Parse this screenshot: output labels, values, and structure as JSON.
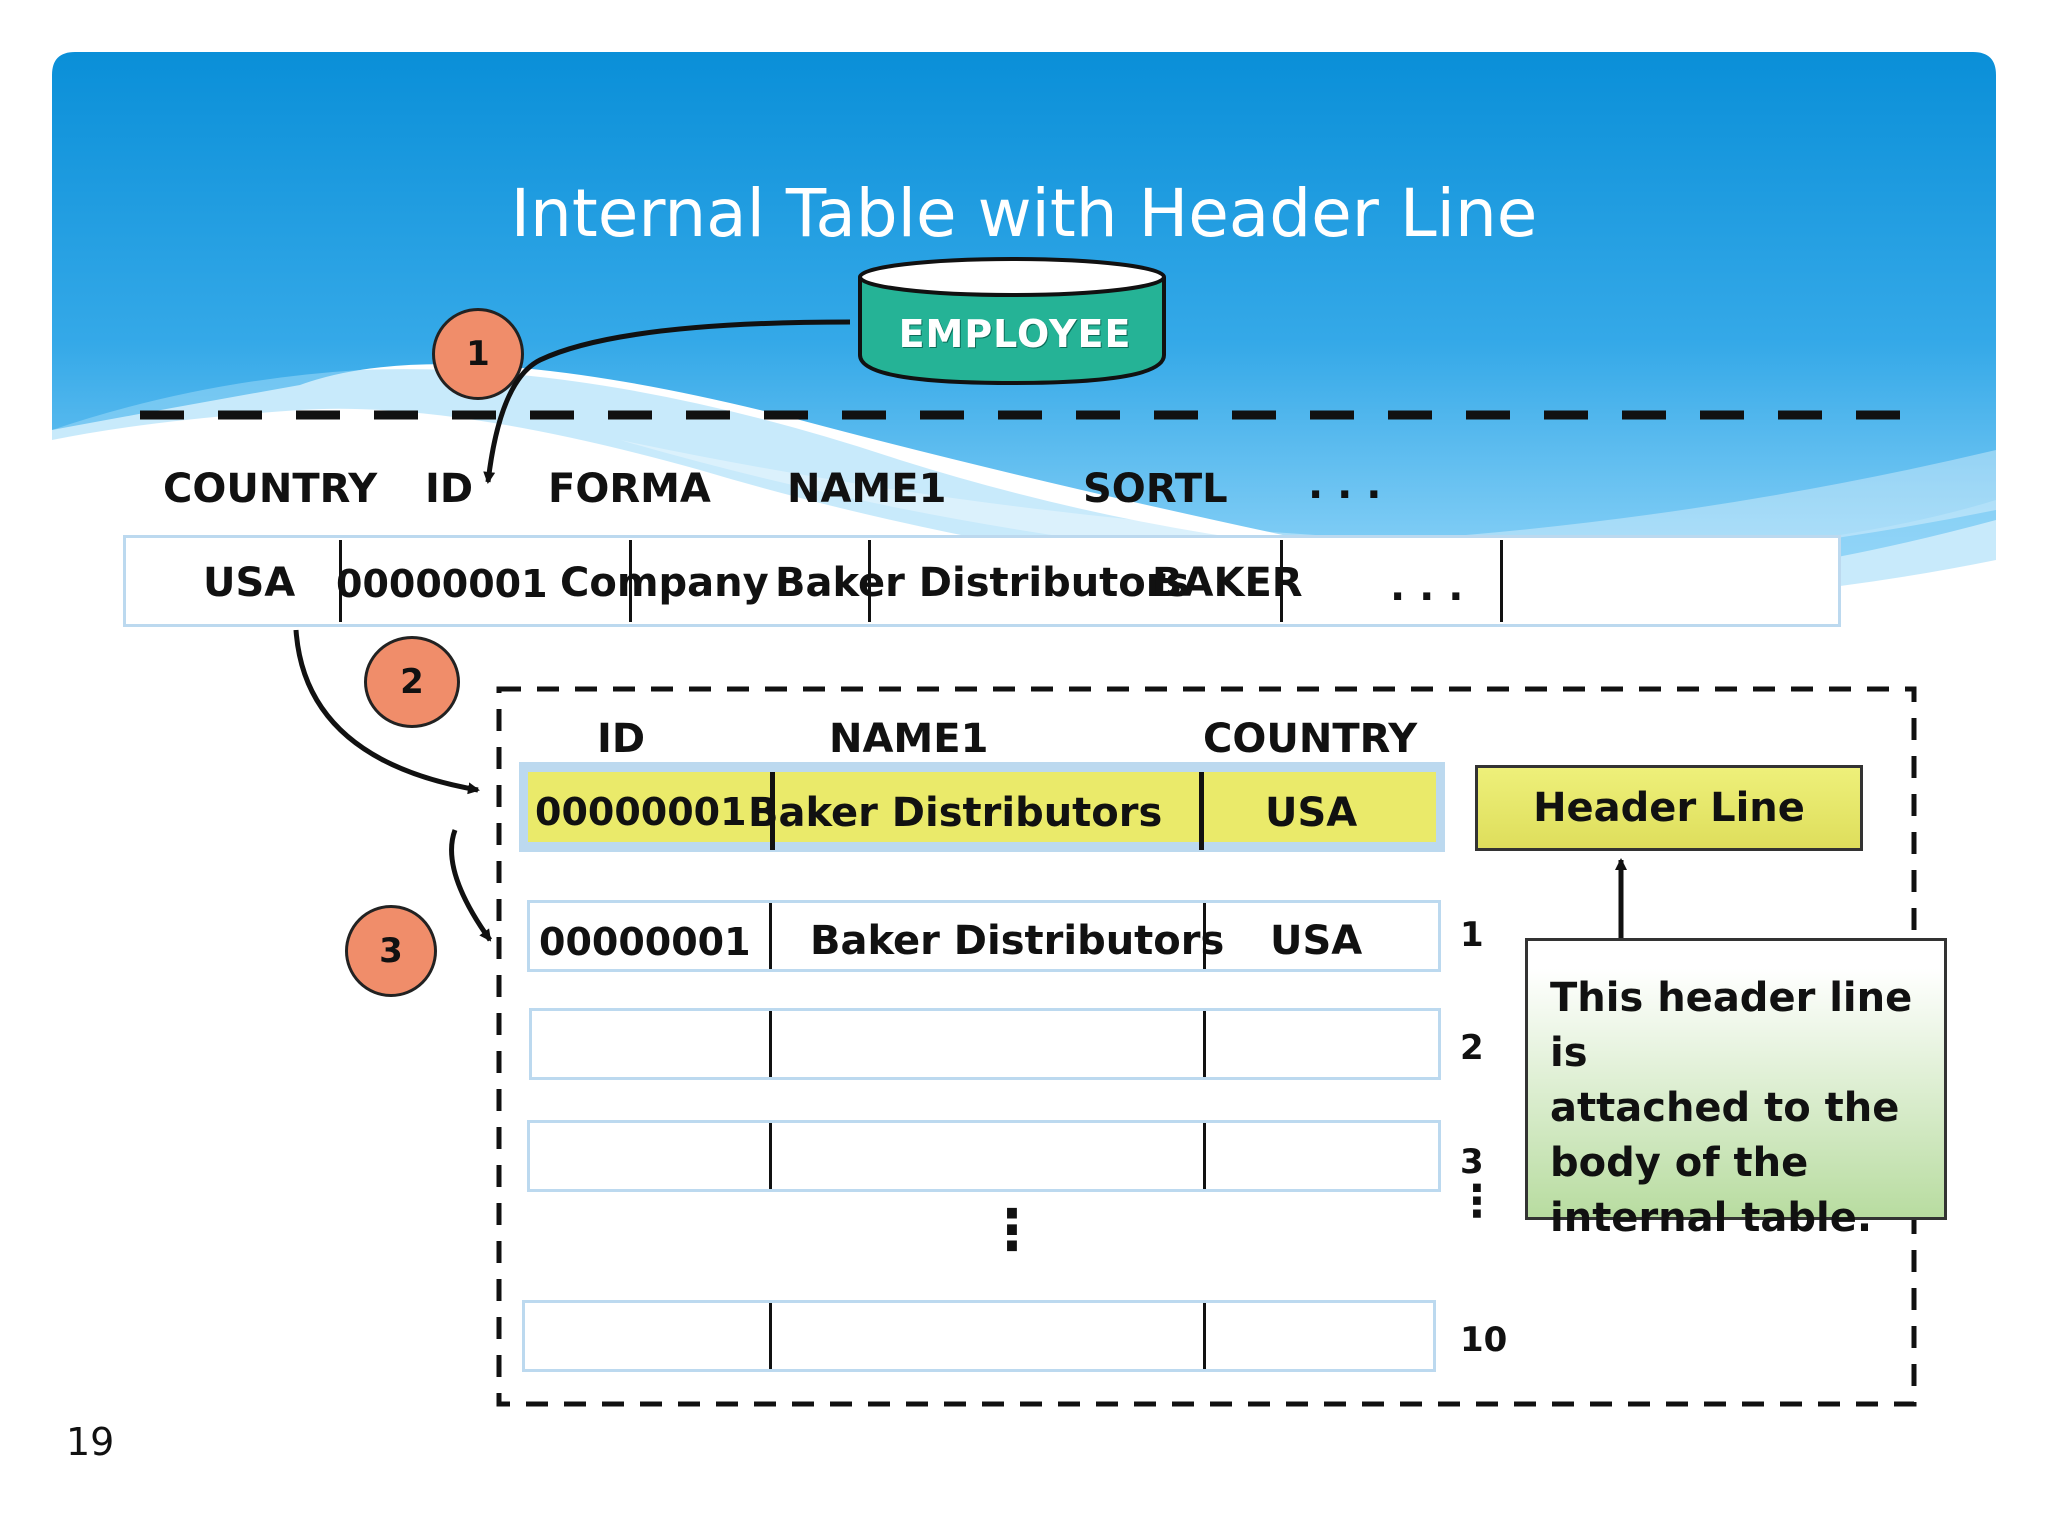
{
  "title": "Internal Table with Header Line",
  "db_label": "EMPLOYEE",
  "step_numbers": [
    "1",
    "2",
    "3"
  ],
  "work_area": {
    "headers": [
      "COUNTRY",
      "ID",
      "FORMA",
      "NAME1",
      "SORTL",
      ". . ."
    ],
    "values": [
      "USA",
      "00000001",
      "Company",
      "Baker Distributors",
      "BAKER",
      ". . ."
    ]
  },
  "internal_table": {
    "headers": [
      "ID",
      "NAME1",
      "COUNTRY"
    ],
    "header_line": [
      "00000001",
      "Baker Distributors",
      "USA"
    ],
    "body_row_1": [
      "00000001",
      "Baker Distributors",
      "USA"
    ],
    "row_numbers": [
      "1",
      "2",
      "3",
      "10"
    ],
    "ellipsis": "⋮"
  },
  "header_line_label": "Header Line",
  "note_lines": [
    "This header line is",
    "attached to the",
    "body of the",
    "internal table."
  ],
  "page_number": "19",
  "colors": {
    "banner_top": "#0a8fd8",
    "banner_light": "#8fd4f8",
    "header_line_fill": "#eaea6a",
    "db_fill": "#25b396",
    "circle_fill": "#f08d6a",
    "note_green": "#b8dca0"
  }
}
